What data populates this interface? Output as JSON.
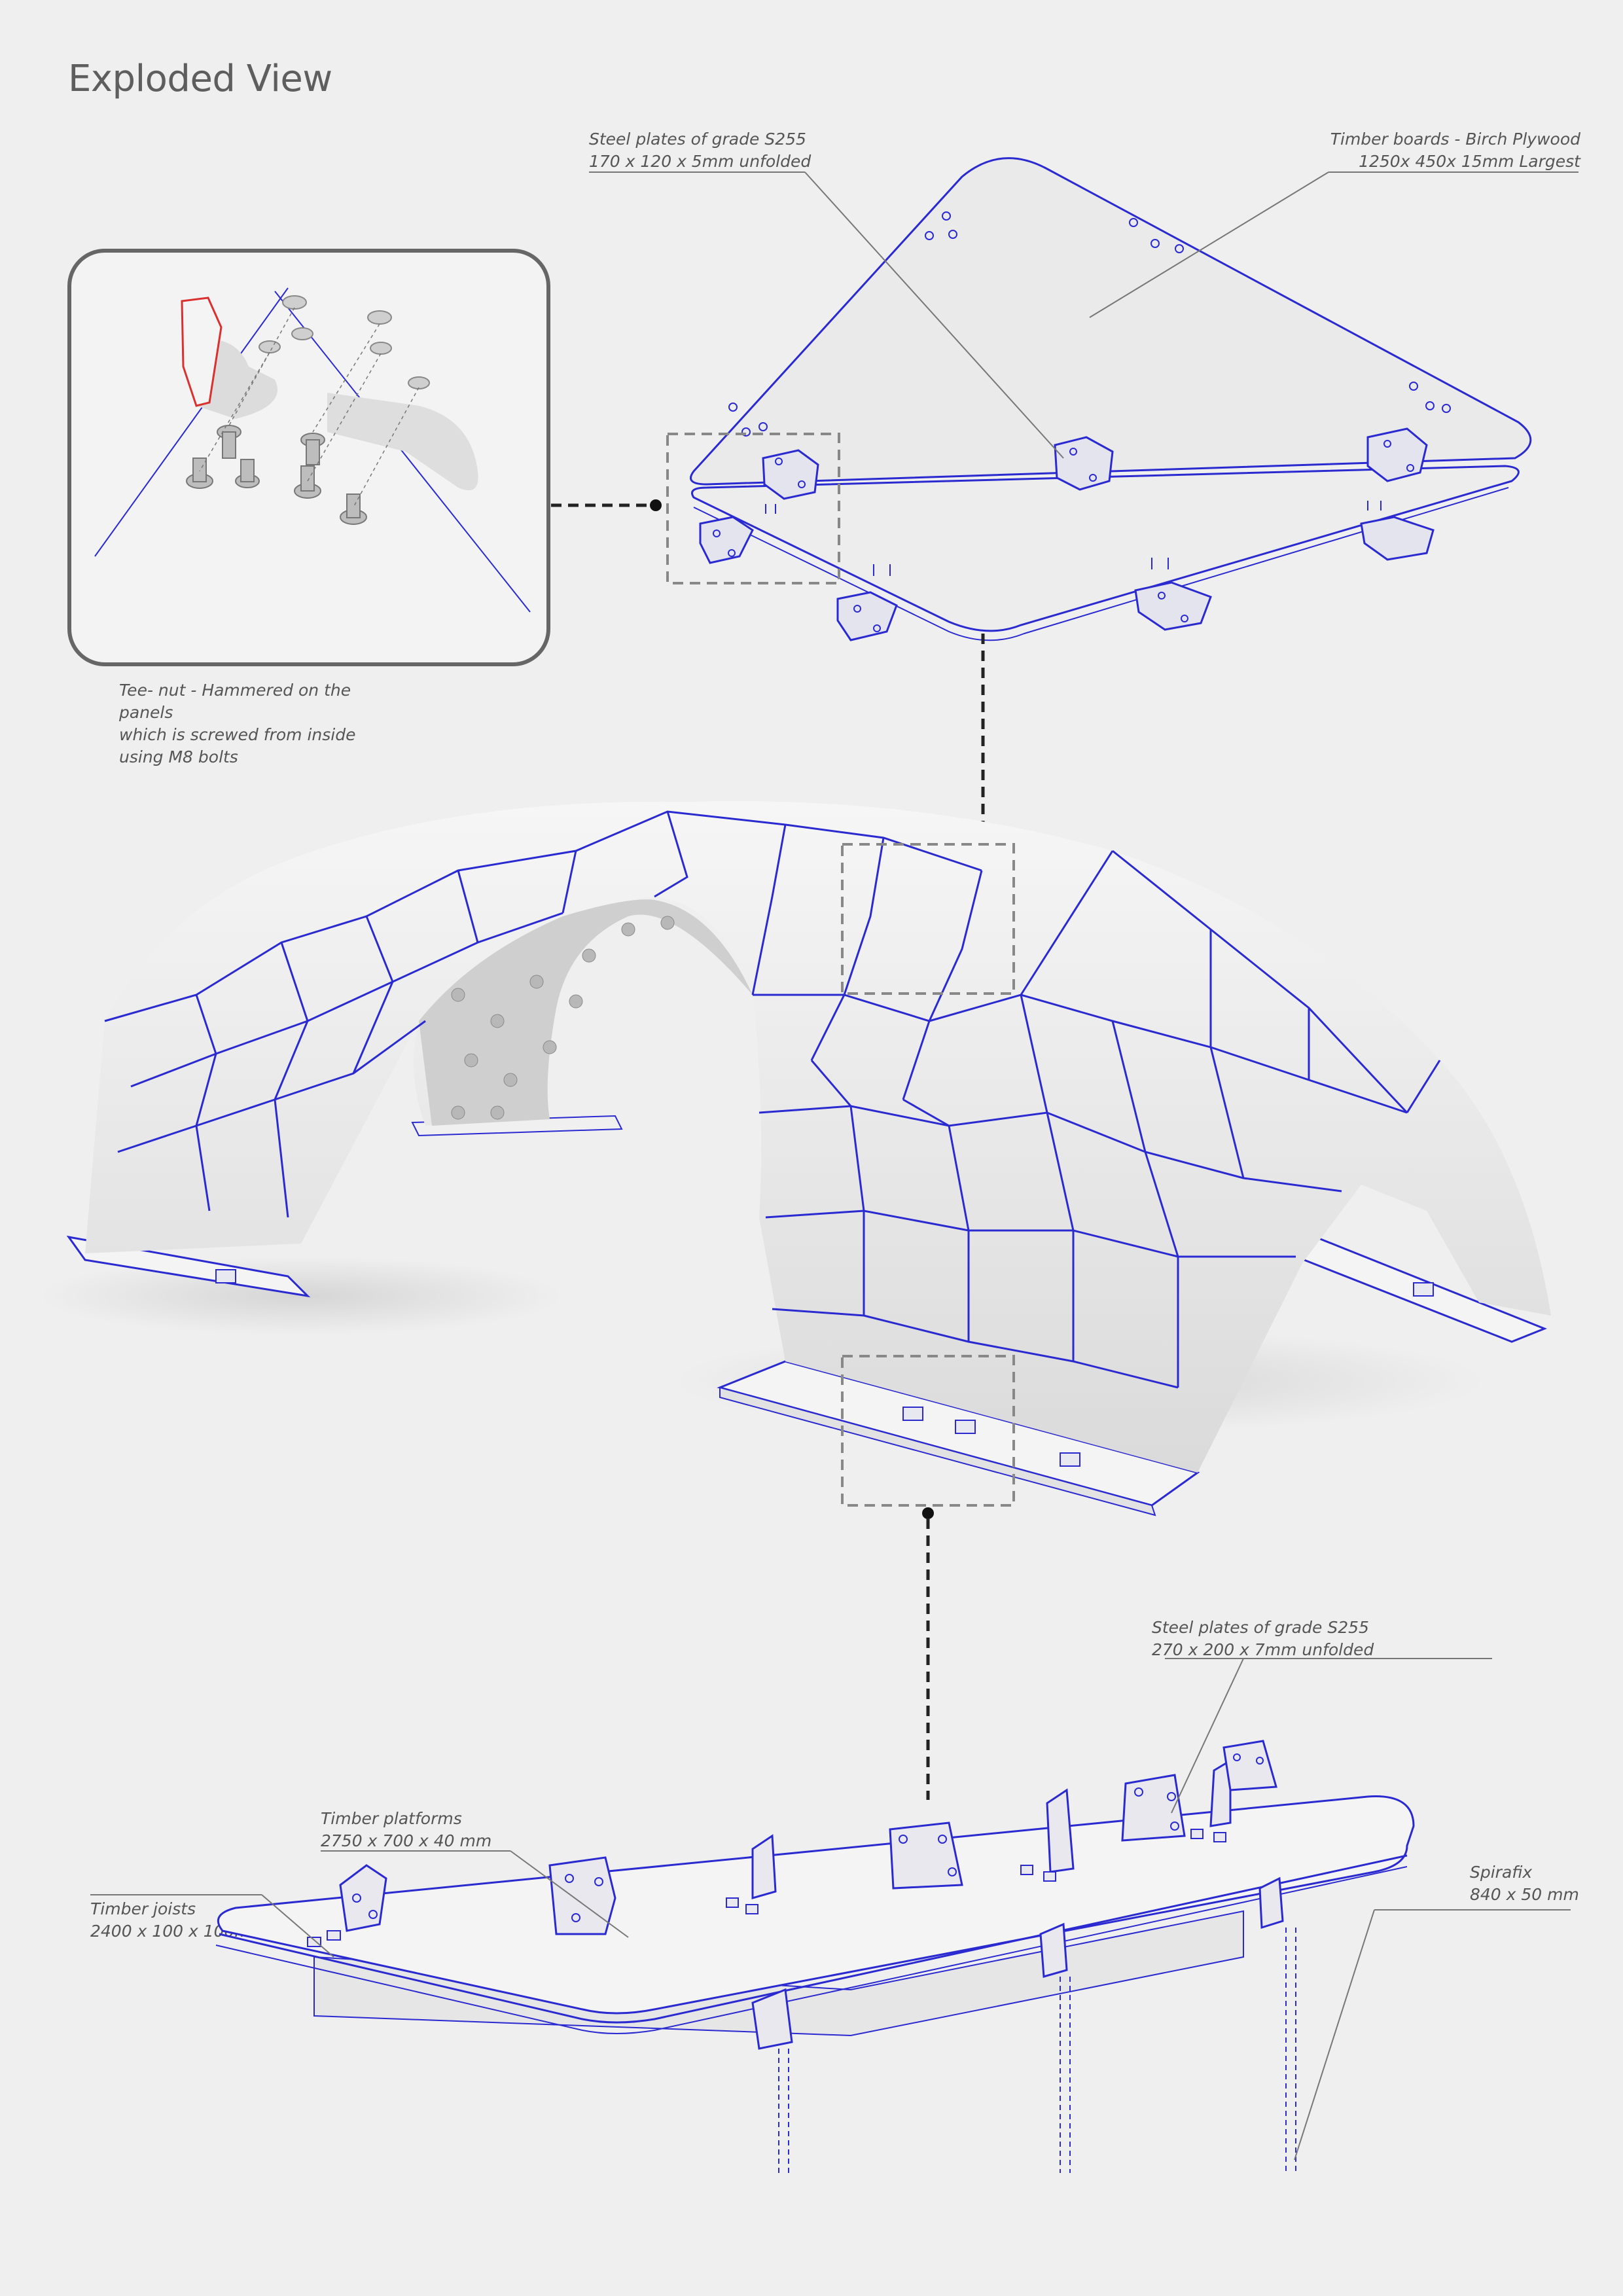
{
  "title": "Exploded View",
  "labels": {
    "steel_plates_top": [
      "Steel plates of grade S255",
      "170 x 120 x 5mm unfolded"
    ],
    "timber_boards": [
      "Timber boards - Birch Plywood",
      "1250x 450x 15mm Largest"
    ],
    "tee_nut": [
      "Tee- nut - Hammered on the",
      "panels",
      "which is screwed from inside",
      "using M8 bolts"
    ],
    "steel_plates_bottom": [
      "Steel plates of grade S255",
      "270 x 200 x 7mm unfolded"
    ],
    "timber_platforms": [
      "Timber platforms",
      "2750 x 700 x 40 mm"
    ],
    "timber_joists": [
      "Timber joists",
      "2400 x 100 x 100mm"
    ],
    "spirafix": [
      "Spirafix",
      "840 x 50 mm"
    ]
  },
  "colors": {
    "outline": "#2a2ad0",
    "panel": "#f4f4f4",
    "shadow": "#d0d0d0",
    "leader": "#777777",
    "dash": "#222222",
    "detail_box": "#888888"
  }
}
